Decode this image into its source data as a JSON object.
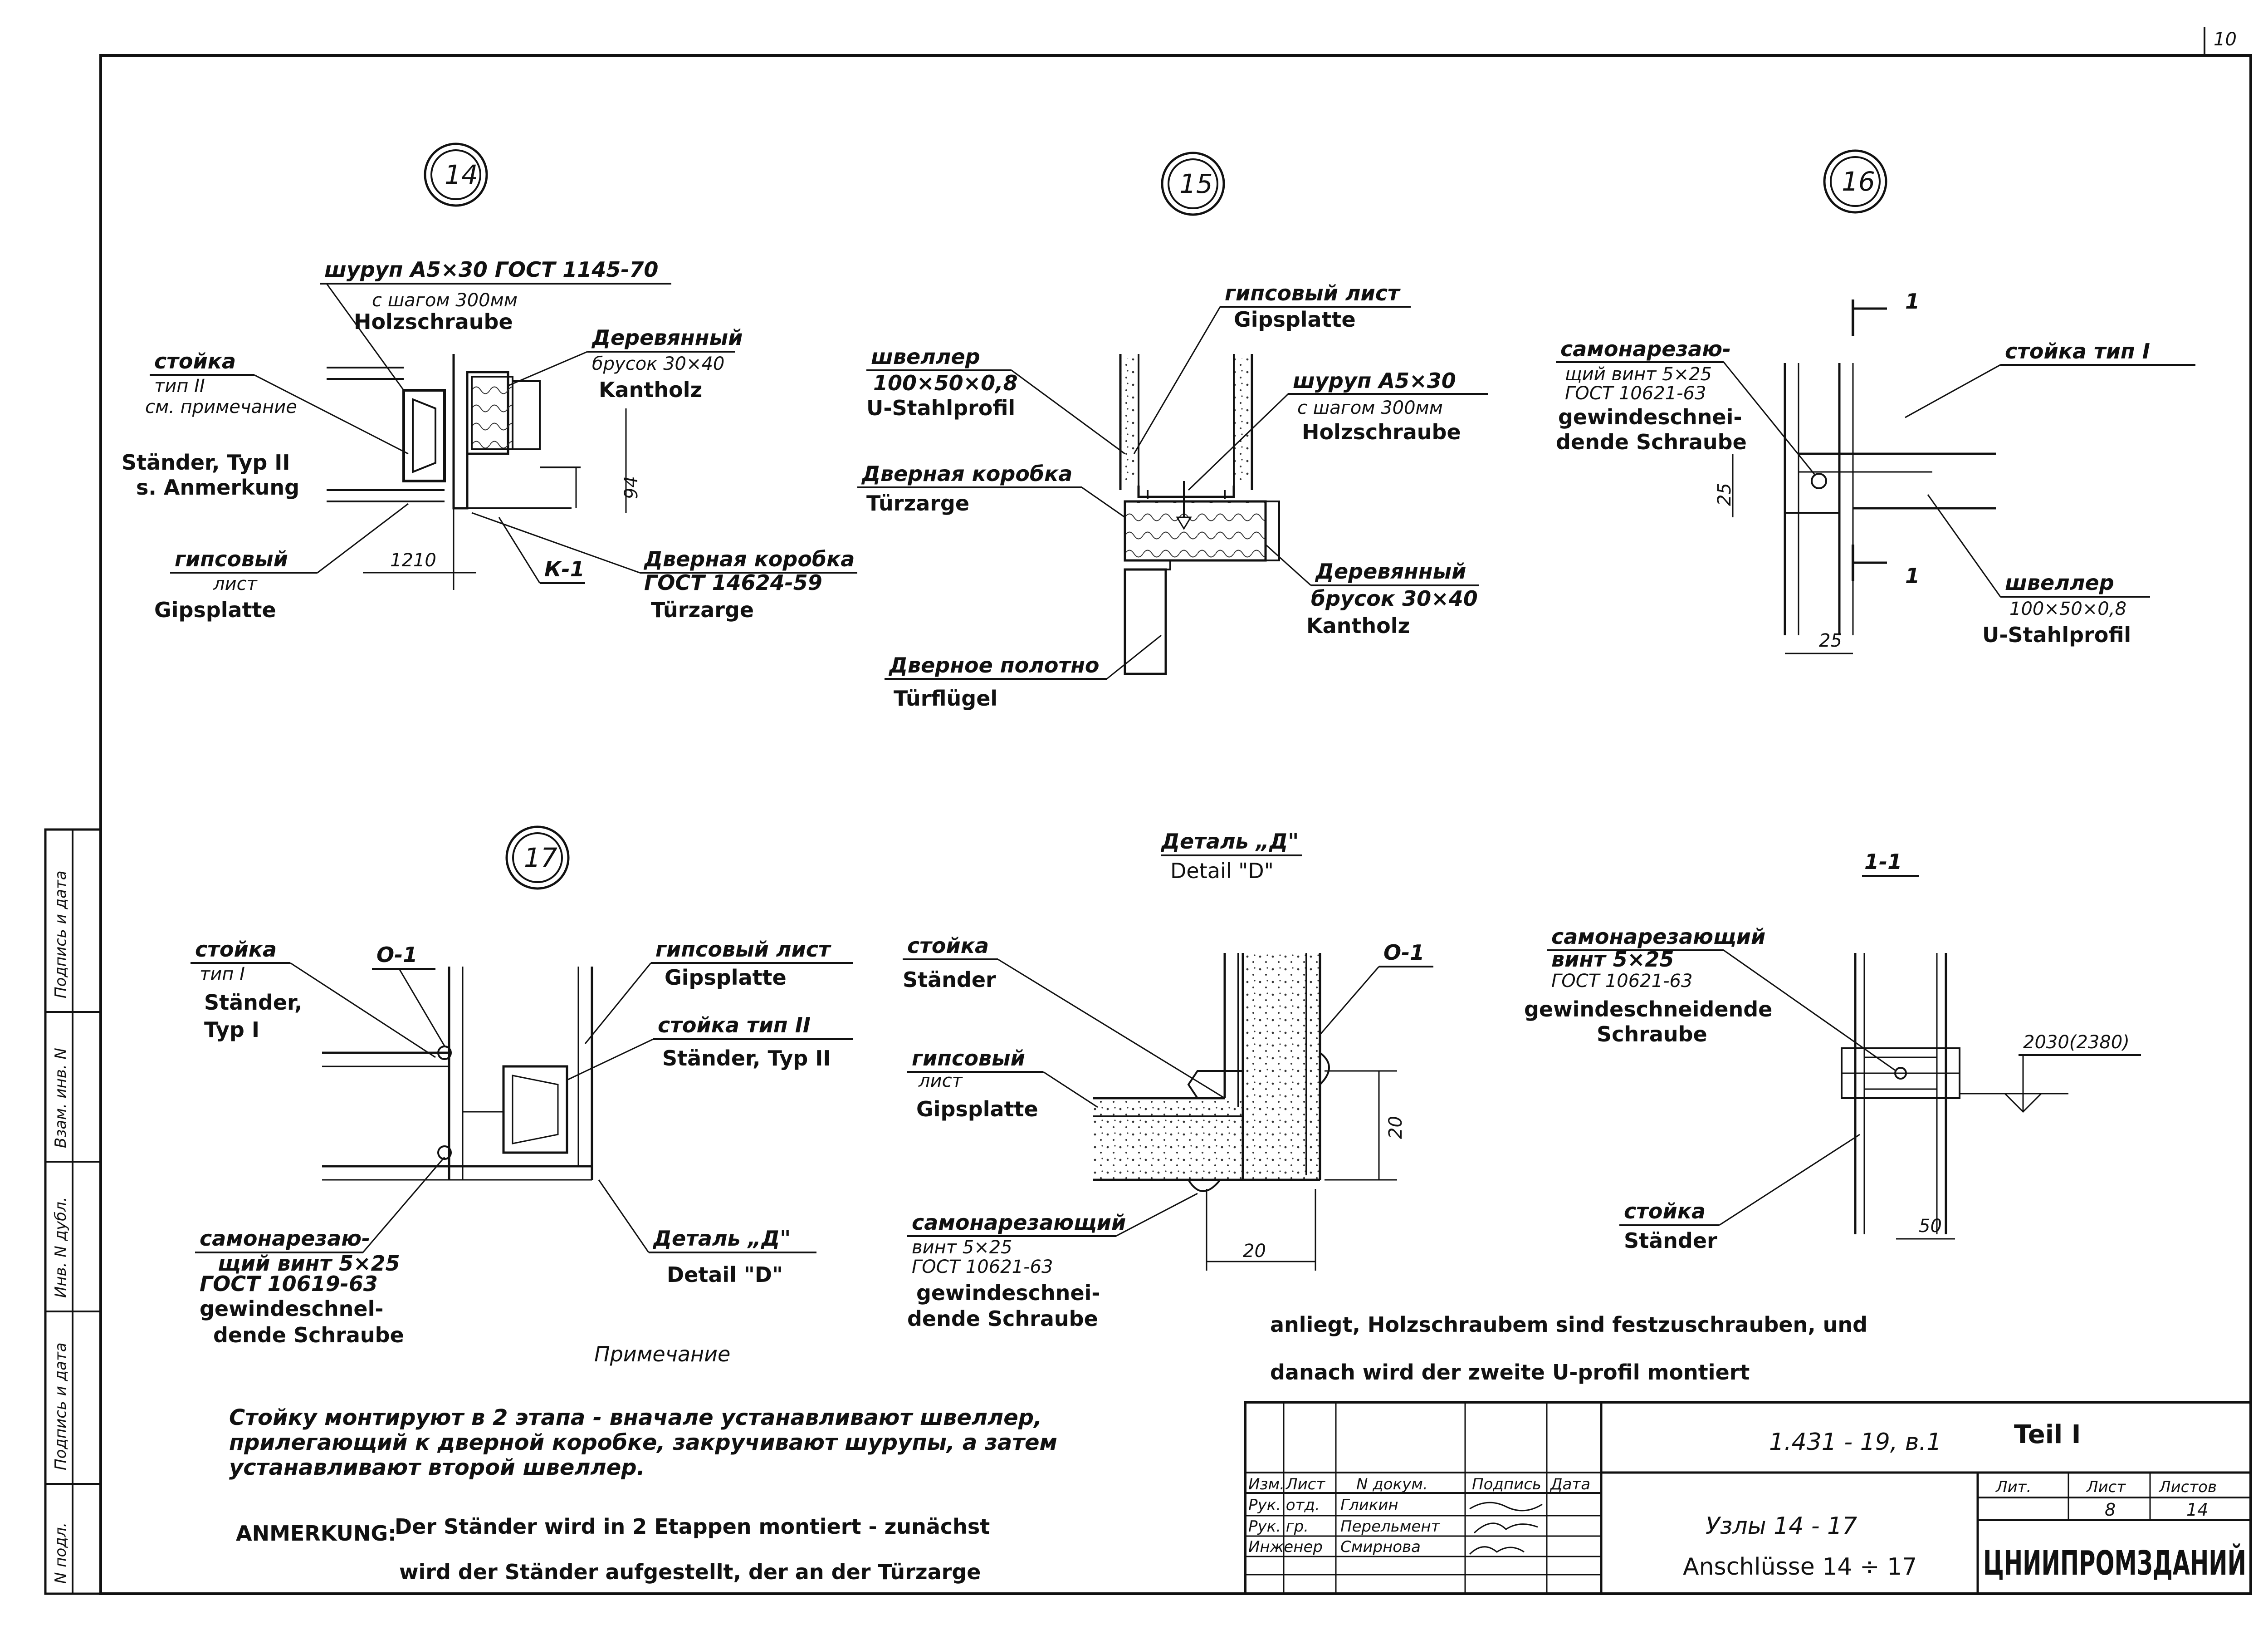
{
  "sheet_corner": "10",
  "node14": {
    "num": "14",
    "screw_ru_1": "шуруп А5×30 ГОСТ 1145-70",
    "screw_ru_2": "с шагом 300мм",
    "screw_de": "Holzschraube",
    "bar_ru_1": "Деревянный",
    "bar_ru_2": "брусок 30×40",
    "bar_de": "Kantholz",
    "post_ru_1": "стойка",
    "post_ru_2": "тип II",
    "post_ru_3": "см. примечание",
    "post_de_1": "Ständer, Typ II",
    "post_de_2": "s. Anmerkung",
    "dim_94": "94",
    "gyps_ru_1": "гипсовый",
    "gyps_ru_2": "лист",
    "gyps_de": "Gipsplatte",
    "dim_1210": "1210",
    "k1": "К-1",
    "frame_ru_1": "Дверная коробка",
    "frame_ru_2": "ГОСТ 14624-59",
    "frame_de": "Türzarge"
  },
  "node15": {
    "num": "15",
    "gyps_ru": "гипсовый лист",
    "gyps_de": "Gipsplatte",
    "channel_ru_1": "швеллер",
    "channel_ru_2": "100×50×0,8",
    "channel_de": "U-Stahlprofil",
    "screw_ru_1": "шуруп А5×30",
    "screw_ru_2": "с шагом 300мм",
    "screw_de": "Holzschraube",
    "frame_ru": "Дверная коробка",
    "frame_de": "Türzarge",
    "bar_ru_1": "Деревянный",
    "bar_ru_2": "брусок 30×40",
    "bar_de": "Kantholz",
    "leaf_ru": "Дверное полотно",
    "leaf_de": "Türflügel"
  },
  "node16": {
    "num": "16",
    "section_mark": "1",
    "screw_ru_1": "самонарезаю-",
    "screw_ru_2": "щий винт 5×25",
    "screw_ru_3": "ГОСТ 10621-63",
    "screw_de_1": "gewindeschnei-",
    "screw_de_2": "dende Schraube",
    "post_ru": "стойка тип I",
    "dim_25a": "25",
    "dim_25b": "25",
    "channel_ru_1": "швеллер",
    "channel_ru_2": "100×50×0,8",
    "channel_de": "U-Stahlprofil"
  },
  "node17": {
    "num": "17",
    "post1_ru_1": "стойка",
    "post1_ru_2": "тип I",
    "post1_de_1": "Ständer,",
    "post1_de_2": "Typ I",
    "o1": "О-1",
    "gyps_ru": "гипсовый лист",
    "gyps_de": "Gipsplatte",
    "post2_ru": "стойка тип II",
    "post2_de": "Ständer, Typ II",
    "screw_ru_1": "самонарезаю-",
    "screw_ru_2": "щий винт 5×25",
    "screw_ru_3": "ГОСТ 10619-63",
    "screw_de_1": "gewindeschnel-",
    "screw_de_2": "dende Schraube",
    "detail_ru": "Деталь „Д\"",
    "detail_de": "Detail \"D\""
  },
  "detailD": {
    "title_ru": "Деталь „Д\"",
    "title_de": "Detail \"D\"",
    "post_ru": "стойка",
    "post_de": "Ständer",
    "o1": "О-1",
    "gyps_ru_1": "гипсовый",
    "gyps_ru_2": "лист",
    "gyps_de": "Gipsplatte",
    "dim_20v": "20",
    "dim_20h": "20",
    "screw_ru_1": "самонарезающий",
    "screw_ru_2": "винт 5×25",
    "screw_ru_3": "ГОСТ 10621-63",
    "screw_de_1": "gewindeschnei-",
    "screw_de_2": "dende Schraube"
  },
  "section11": {
    "title": "1-1",
    "screw_ru_1": "самонарезающий",
    "screw_ru_2": "винт 5×25",
    "screw_ru_3": "ГОСТ 10621-63",
    "screw_de_1": "gewindeschneidende",
    "screw_de_2": "Schraube",
    "level": "2030(2380)",
    "post_ru": "стойка",
    "post_de": "Ständer",
    "dim_50": "50"
  },
  "notes": {
    "heading": "Примечание",
    "ru_1": "Стойку монтируют в 2 этапа - вначале устанавливают швеллер,",
    "ru_2": "прилегающий к дверной коробке, закручивают шурупы, а затем",
    "ru_3": "устанавливают второй швеллер.",
    "de_label": "ANMERKUNG:",
    "de_1": "Der Ständer wird in 2 Etappen montiert - zunächst",
    "de_2": "wird der Ständer aufgestellt, der an der Türzarge",
    "de_3": "anliegt, Holzschraubem sind festzuschrauben, und",
    "de_4": "danach wird der zweite U-profil montiert"
  },
  "titleblock": {
    "doc_code": "1.431 - 19, в.1",
    "teil": "Teil I",
    "h_izm": "Изм.",
    "h_list": "Лист",
    "h_ndok": "N докум.",
    "h_podp": "Подпись",
    "h_data": "Дата",
    "r1_role": "Рук. отд.",
    "r1_name": "Гликин",
    "r2_role": "Рук. гр.",
    "r2_name": "Перельмент",
    "r3_role": "Инженер",
    "r3_name": "Смирнова",
    "title_ru": "Узлы 14 - 17",
    "title_de": "Anschlüsse 14 ÷ 17",
    "h_lit": "Лит.",
    "h_sheet": "Лист",
    "h_sheets": "Листов",
    "sheet_no": "8",
    "sheets_total": "14",
    "org": "ЦНИИПРОМЗДАНИЙ"
  },
  "side_stamp": {
    "c1": "Подпись и дата",
    "c2": "Взам. инв. N",
    "c3": "Инв. N дубл.",
    "c4": "Подпись и дата",
    "c5": "N подл."
  }
}
